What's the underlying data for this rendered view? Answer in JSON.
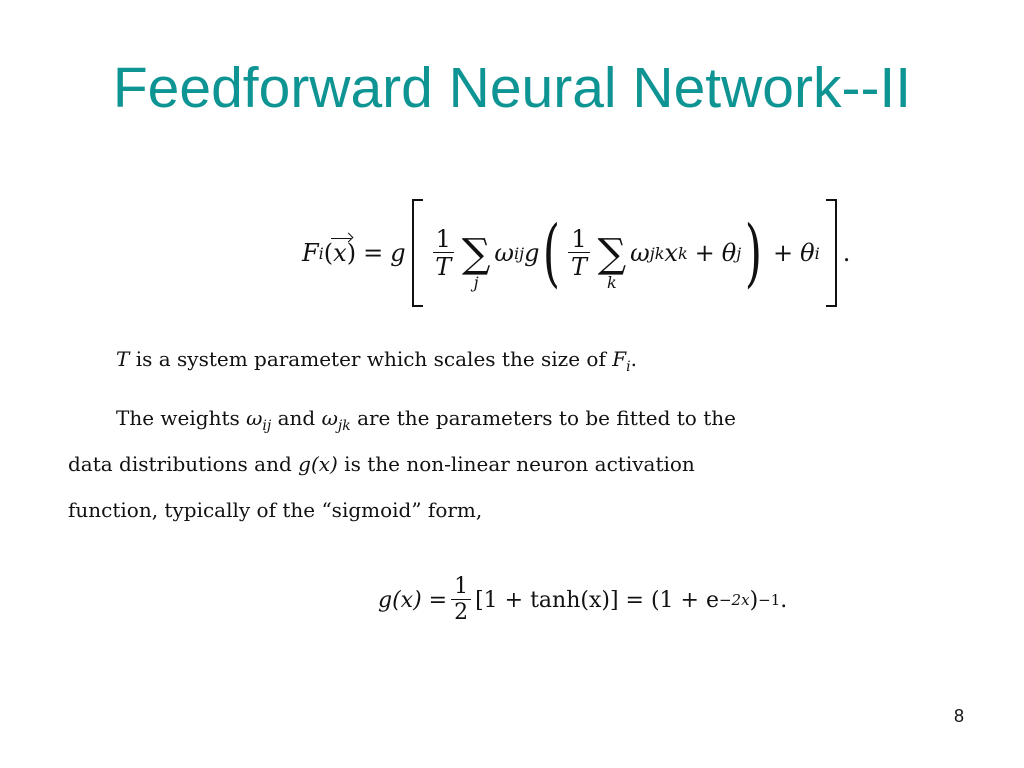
{
  "slide": {
    "title": "Feedforward Neural Network--II",
    "page_number": "8"
  },
  "equation1": {
    "lhs": "F",
    "lhs_sub": "i",
    "arg_open": "(",
    "arg_var": "x",
    "arg_close": ")",
    "equals": "=",
    "g": "g",
    "frac_num": "1",
    "frac_den": "T",
    "sum_symbol": "∑",
    "sum_index_outer": "j",
    "sum_index_inner": "k",
    "omega": "ω",
    "omega_sub_ij": "ij",
    "omega_sub_jk": "jk",
    "x": "x",
    "x_sub": "k",
    "plus": "+",
    "theta": "θ",
    "theta_sub_j": "j",
    "theta_sub_i": "i",
    "paren_open": "(",
    "paren_close": ")",
    "period": "."
  },
  "paragraph1": {
    "var_T": "T",
    "text": " is a system parameter which scales the size of ",
    "var_F": "F",
    "var_F_sub": "i",
    "end": "."
  },
  "paragraph2": {
    "line1_a": "The weights ",
    "omega": "ω",
    "sub_ij": "ij",
    "and": " and ",
    "sub_jk": "jk",
    "line1_b": " are the parameters to be fitted to the",
    "line2_a": "data distributions and ",
    "gx": "g(x)",
    "line2_b": " is the non-linear neuron activation",
    "line3": "function, typically of the “sigmoid” form,"
  },
  "equation2": {
    "lhs": "g(x) =",
    "frac_num": "1",
    "frac_den": "2",
    "middle": "[1 + tanh(x)] = (1 + e",
    "exponent": "−2x",
    "close": ")",
    "inverse": "−1",
    "period": "."
  }
}
